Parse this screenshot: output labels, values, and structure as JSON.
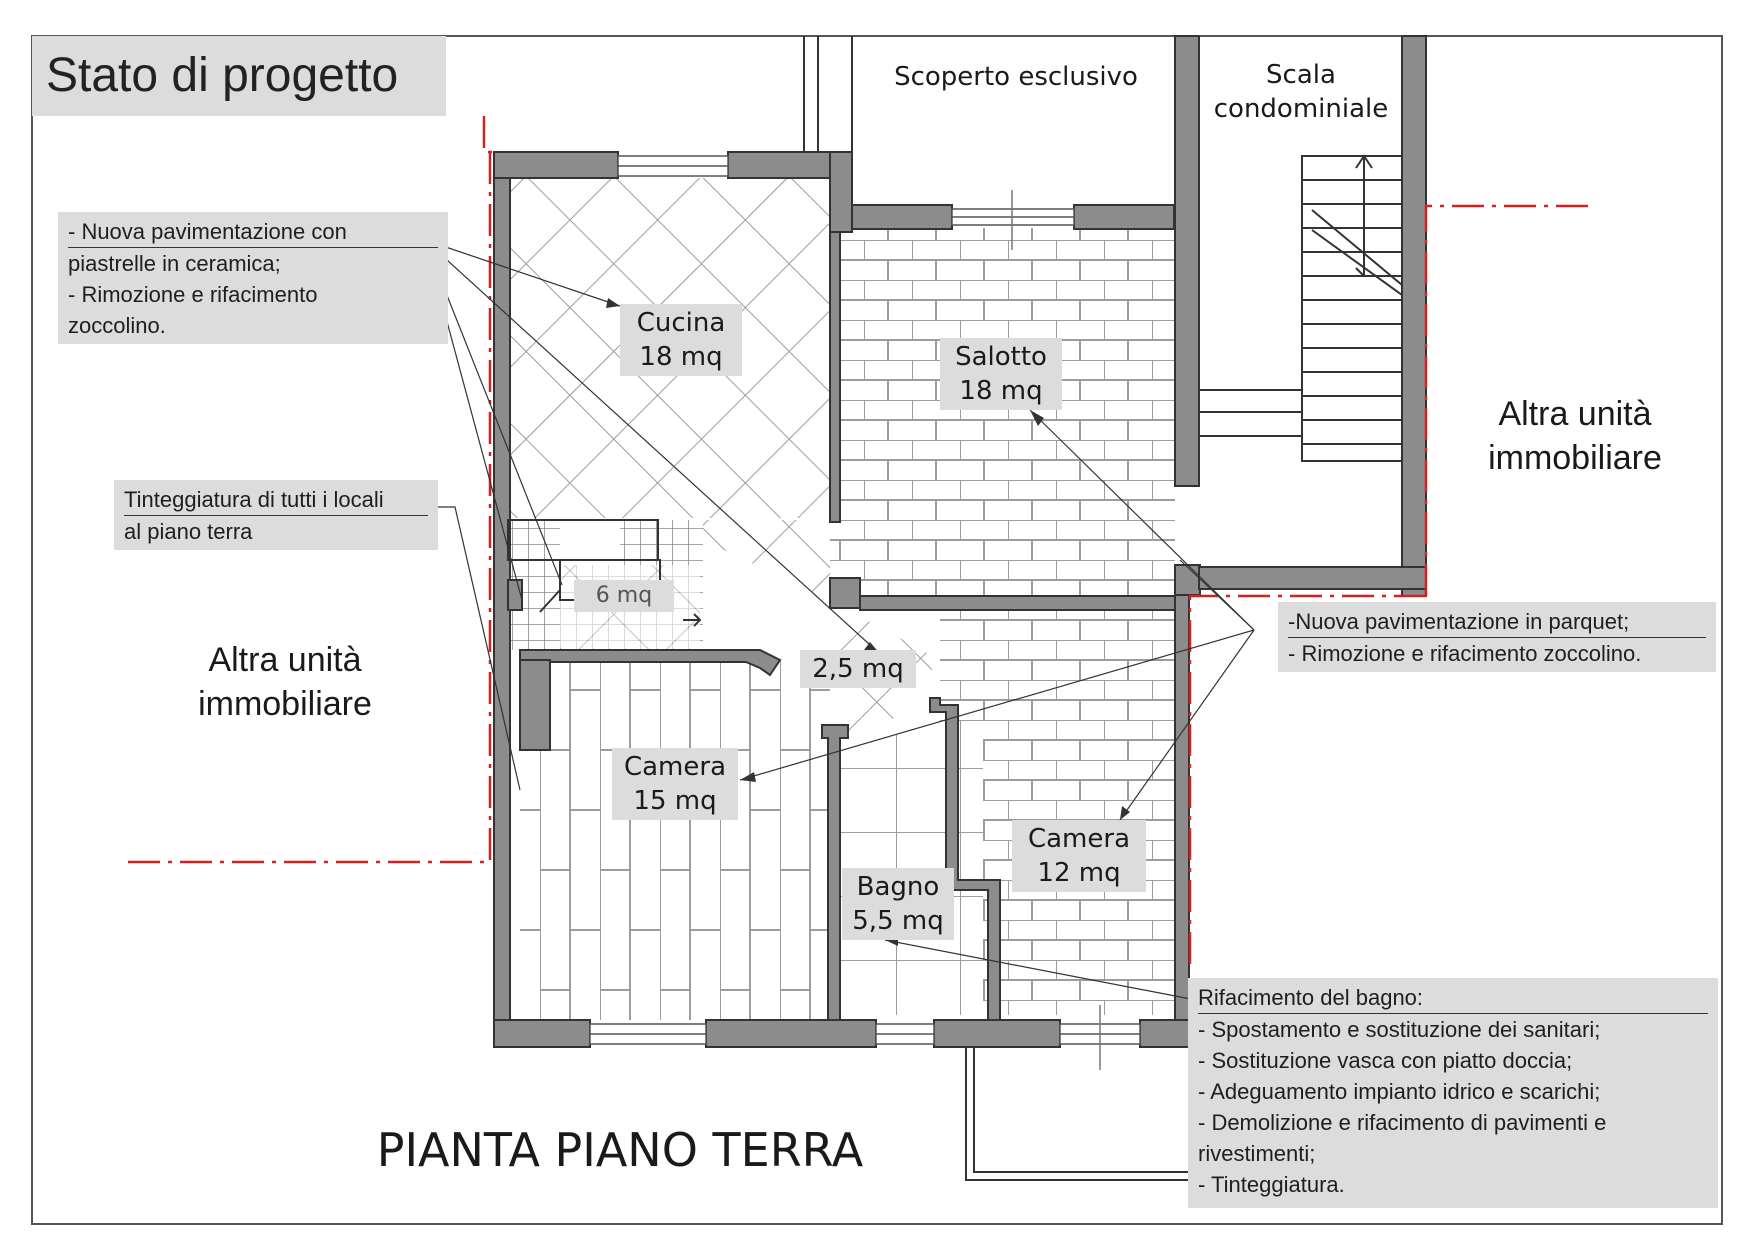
{
  "title": "Stato di progetto",
  "drawing_title": "PIANTA PIANO TERRA",
  "labels": {
    "scoperto": "Scoperto esclusivo",
    "scala_1": "Scala",
    "scala_2": "condominiale",
    "altra_right_1": "Altra unità",
    "altra_right_2": "immobiliare",
    "altra_left_1": "Altra unità",
    "altra_left_2": "immobiliare"
  },
  "rooms": {
    "cucina": {
      "name": "Cucina",
      "area": "18 mq"
    },
    "salotto": {
      "name": "Salotto",
      "area": "18 mq"
    },
    "disimpegno": {
      "area": "6 mq"
    },
    "corridoio": {
      "area": "2,5 mq"
    },
    "camera_15": {
      "name": "Camera",
      "area": "15 mq"
    },
    "camera_12": {
      "name": "Camera",
      "area": "12 mq"
    },
    "bagno": {
      "name": "Bagno",
      "area": "5,5 mq"
    }
  },
  "notes": {
    "ceramica": [
      "- Nuova pavimentazione con",
      "piastrelle in ceramica;",
      "- Rimozione e rifacimento",
      "zoccolino."
    ],
    "tinteggiatura": [
      "Tinteggiatura di tutti i locali",
      "al piano terra"
    ],
    "parquet": [
      "-Nuova pavimentazione in parquet;",
      "- Rimozione e rifacimento zoccolino."
    ],
    "bagno": [
      "Rifacimento del bagno:",
      "- Spostamento e sostituzione dei sanitari;",
      "- Sostituzione vasca con piatto doccia;",
      "- Adeguamento impianto idrico e scarichi;",
      "- Demolizione e rifacimento di pavimenti e",
      "rivestimenti;",
      "- Tinteggiatura."
    ]
  },
  "colors": {
    "wall": "#8c8c8c",
    "wall_edge": "#333333",
    "pattern": "#9c9c9c",
    "label_bg": "#dcdcdd",
    "boundary": "#d42020"
  }
}
